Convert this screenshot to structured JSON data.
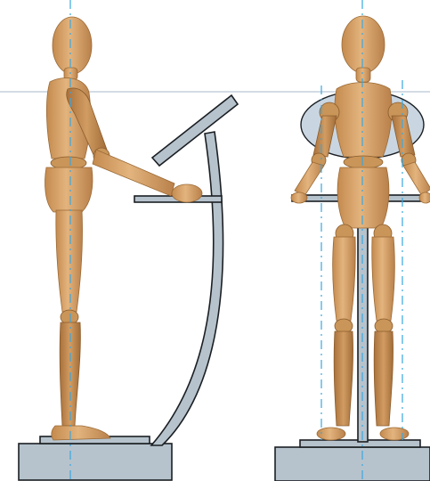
{
  "figure": {
    "views": [
      {
        "id": "side-view",
        "subject": "mannequin-standing-side",
        "furniture": "curved-lectern-desk"
      },
      {
        "id": "front-view",
        "subject": "mannequin-standing-front",
        "furniture": "pedestal-desk-with-disc-top"
      }
    ],
    "colors": {
      "steel": "#b6c3cd",
      "outline": "#1b1f23",
      "guide_line": "#3aa6e0",
      "horizon_line": "#b9c7d3",
      "wood_light": "#e0b07a",
      "wood_dark": "#b67a42"
    }
  }
}
